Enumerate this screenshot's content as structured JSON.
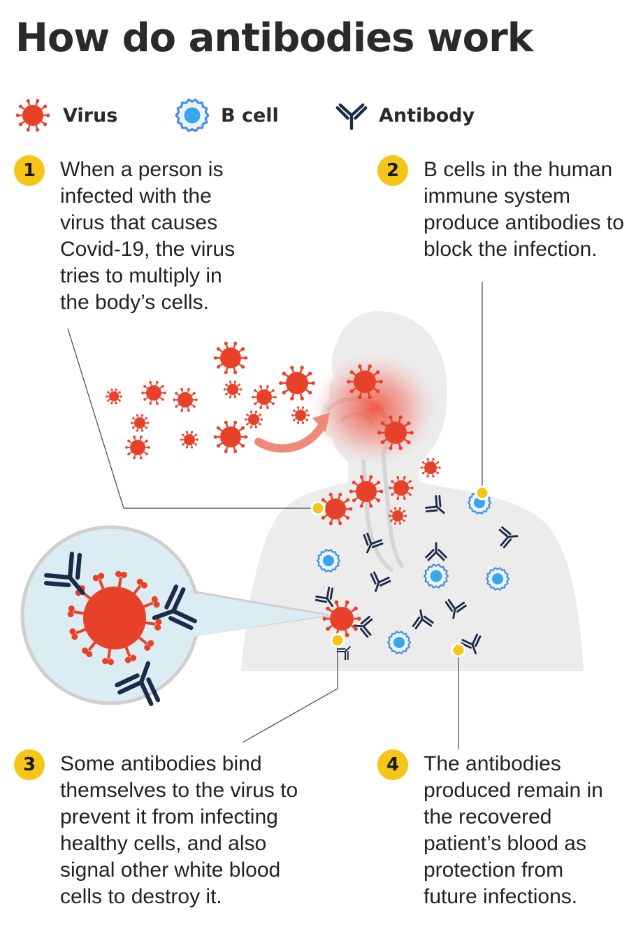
{
  "title": "How do antibodies work",
  "legend": [
    {
      "icon": "virus-icon",
      "label": "Virus"
    },
    {
      "icon": "b-cell-icon",
      "label": "B cell"
    },
    {
      "icon": "antibody-icon",
      "label": "Antibody"
    }
  ],
  "steps": [
    {
      "number": "1",
      "text": "When a person is\ninfected with the\nvirus that causes\nCovid-19, the virus\ntries to multiply in\nthe body’s cells."
    },
    {
      "number": "2",
      "text": "B cells in the human\nimmune system\nproduce antibodies to\nblock the infection."
    },
    {
      "number": "3",
      "text": "Some antibodies bind\nthemselves to the virus to\nprevent it from infecting\nhealthy cells, and also\nsignal other white blood\ncells to destroy it."
    },
    {
      "number": "4",
      "text": "The antibodies\nproduced remain in\nthe recovered\npatient’s blood as\nprotection from\nfuture infections."
    }
  ],
  "colors": {
    "virus": "#e8412a",
    "b_cell_outer": "#4a90d9",
    "b_cell_inner": "#3aa5e8",
    "antibody": "#1c2b4a",
    "badge": "#f5c518",
    "body": "#eeeeee",
    "zoom_bg": "#dcecf3"
  }
}
